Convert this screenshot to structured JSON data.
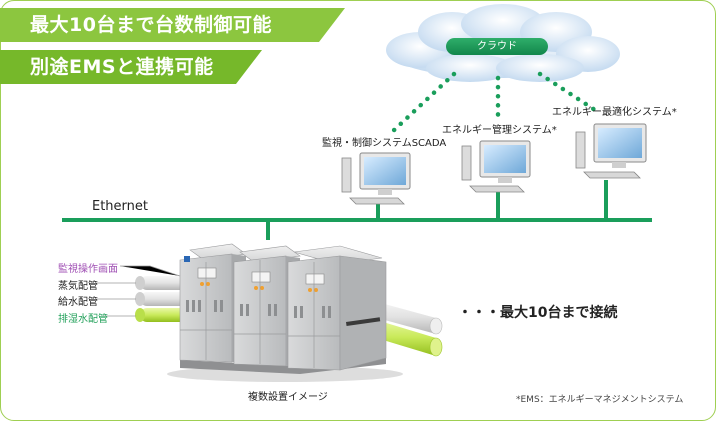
{
  "headline_1": "最大10台まで台数制御可能",
  "headline_2": "別途EMSと連携可能",
  "cloud_label": "クラウド",
  "network_label": "Ethernet",
  "computers": [
    "監視・制御システムSCADA",
    "エネルギー管理システム*",
    "エネルギー最適化システム*"
  ],
  "pipes": [
    {
      "label": "監視操作画面",
      "color": "#a050b4"
    },
    {
      "label": "蒸気配管",
      "color": "#222222"
    },
    {
      "label": "給水配管",
      "color": "#222222"
    },
    {
      "label": "排湿水配管",
      "color": "#22a05a"
    }
  ],
  "unit_count_note": "・・・最大10台まで接続",
  "installation_caption": "複数設置イメージ",
  "footnote": "*EMS：エネルギーマネジメントシステム",
  "colors": {
    "accent_green": "#8cc63f",
    "network_line": "#1a9e5b",
    "cloud_pill": "#1a9e5b"
  }
}
